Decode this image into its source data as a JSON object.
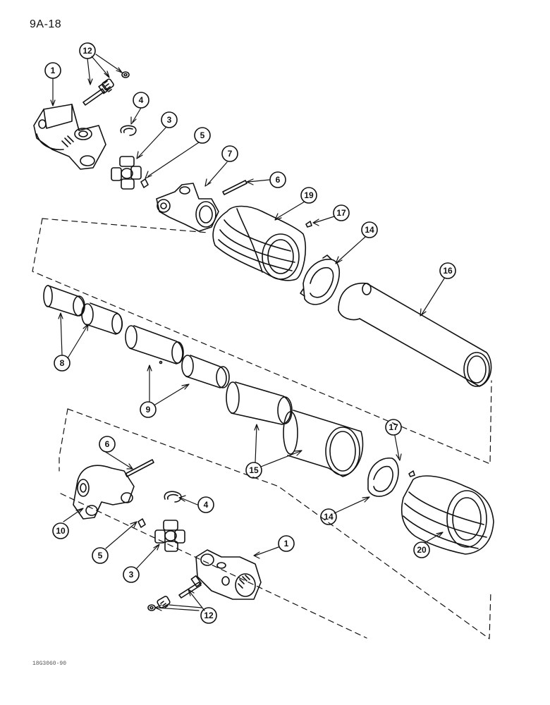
{
  "page": {
    "id": "9A-18",
    "footer_code": "18G3060-90"
  },
  "callouts": [
    {
      "label": "1"
    },
    {
      "label": "12"
    },
    {
      "label": "4"
    },
    {
      "label": "3"
    },
    {
      "label": "5"
    },
    {
      "label": "7"
    },
    {
      "label": "6"
    },
    {
      "label": "19"
    },
    {
      "label": "17"
    },
    {
      "label": "14"
    },
    {
      "label": "16"
    },
    {
      "label": "8"
    },
    {
      "label": "9"
    },
    {
      "label": "15"
    },
    {
      "label": "17"
    },
    {
      "label": "6"
    },
    {
      "label": "10"
    },
    {
      "label": "4"
    },
    {
      "label": "14"
    },
    {
      "label": "5"
    },
    {
      "label": "1"
    },
    {
      "label": "3"
    },
    {
      "label": "20"
    },
    {
      "label": "12"
    }
  ]
}
